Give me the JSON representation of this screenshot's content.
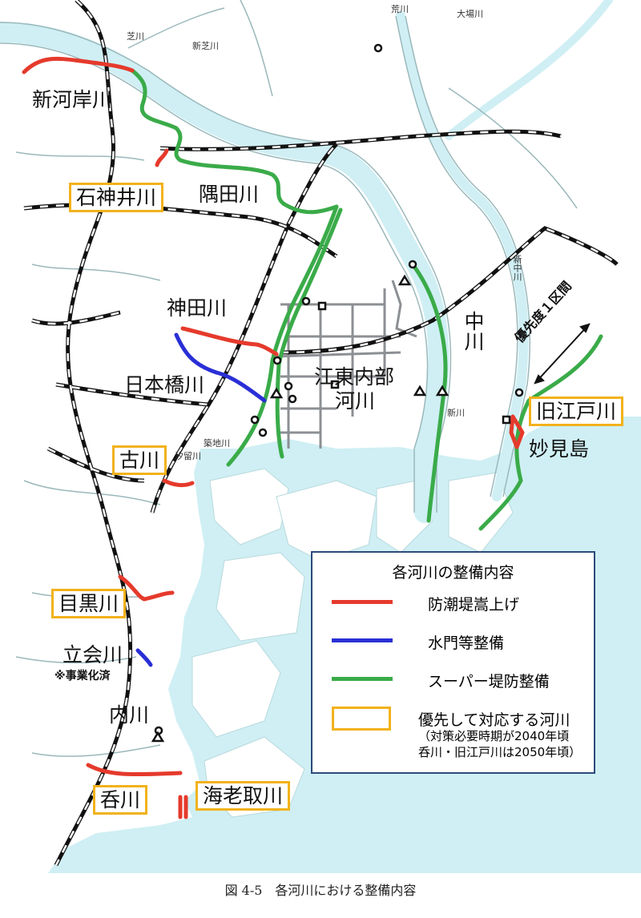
{
  "map": {
    "rivers": {
      "shinkashi": "新河岸川",
      "shakujii": "石神井川",
      "sumida": "隅田川",
      "kanda": "神田川",
      "nihonbashi": "日本橋川",
      "koto_inner_1": "江東内部",
      "koto_inner_2": "河川",
      "naka": "中川",
      "kyuedo": "旧江戸川",
      "myoken": "妙見島",
      "furu": "古川",
      "meguro": "目黒川",
      "tachiai": "立会川",
      "tachiai_note": "※事業化済",
      "uchi": "内川",
      "kaga": "呑川",
      "ebitori": "海老取川"
    },
    "small_labels": {
      "shiba": "芝川",
      "shinshiba": "新芝川",
      "ara": "荒川",
      "oba": "大場川",
      "shinnaka": "新中川",
      "shin": "新川",
      "tsukiji": "築地川",
      "shiodome": "汐留川"
    },
    "priority_note": "優先度１区間"
  },
  "legend": {
    "title": "各河川の整備内容",
    "items": [
      {
        "label": "防潮堤嵩上げ",
        "color": "#e53a2c"
      },
      {
        "label": "水門等整備",
        "color": "#2a2fd6"
      },
      {
        "label": "スーパー堤防整備",
        "color": "#3aab49"
      },
      {
        "label": "優先して対応する河川",
        "color": "#f2b21c"
      }
    ],
    "note_line1": "（対策必要時期が2040年頃",
    "note_line2": "呑川・旧江戸川は2050年頃）"
  },
  "caption": "図 4-5　各河川における整備内容",
  "colors": {
    "water": "#cfeff4",
    "river_line": "#9bb8bb",
    "rail": "#111111",
    "green": "#3aab49",
    "red": "#e53a2c",
    "blue": "#2a2fd6",
    "gray": "#8c8f93"
  }
}
